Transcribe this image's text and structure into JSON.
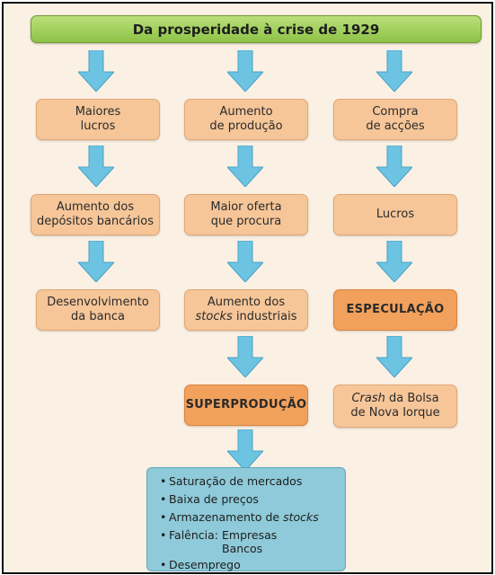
{
  "title": "Da prosperidade à crise de 1929",
  "col1": {
    "b1": [
      "Maiores",
      "lucros"
    ],
    "b2": [
      "Aumento dos",
      "depósitos bancários"
    ],
    "b3": [
      "Desenvolvimento",
      "da banca"
    ]
  },
  "col2": {
    "b1": [
      "Aumento",
      "de produção"
    ],
    "b2": [
      "Maior oferta",
      "que procura"
    ],
    "b3_line1": "Aumento dos",
    "b3_italic": "stocks",
    "b3_rest": " industriais",
    "b4": "SUPERPRODUÇÃO"
  },
  "col3": {
    "b1": [
      "Compra",
      "de acções"
    ],
    "b2": "Lucros",
    "b3": "ESPECULAÇÃO",
    "b4_italic": "Crash",
    "b4_rest": " da Bolsa",
    "b4_line2": "de Nova Iorque"
  },
  "consequences": {
    "bullet": "•",
    "item1": "Saturação de mercados",
    "item2": "Baixa de preços",
    "item3_text": "Armazenamento de ",
    "item3_italic": "stocks",
    "item4_label": "Falência:",
    "item4_a": "Empresas",
    "item4_b": "Bancos",
    "item5": "Desemprego"
  },
  "colors": {
    "title_green": "#8ec247",
    "box_peach": "#f6c699",
    "box_strong": "#f1a15c",
    "arrow_blue": "#6cc3e2",
    "result_blue": "#8ecad9"
  }
}
